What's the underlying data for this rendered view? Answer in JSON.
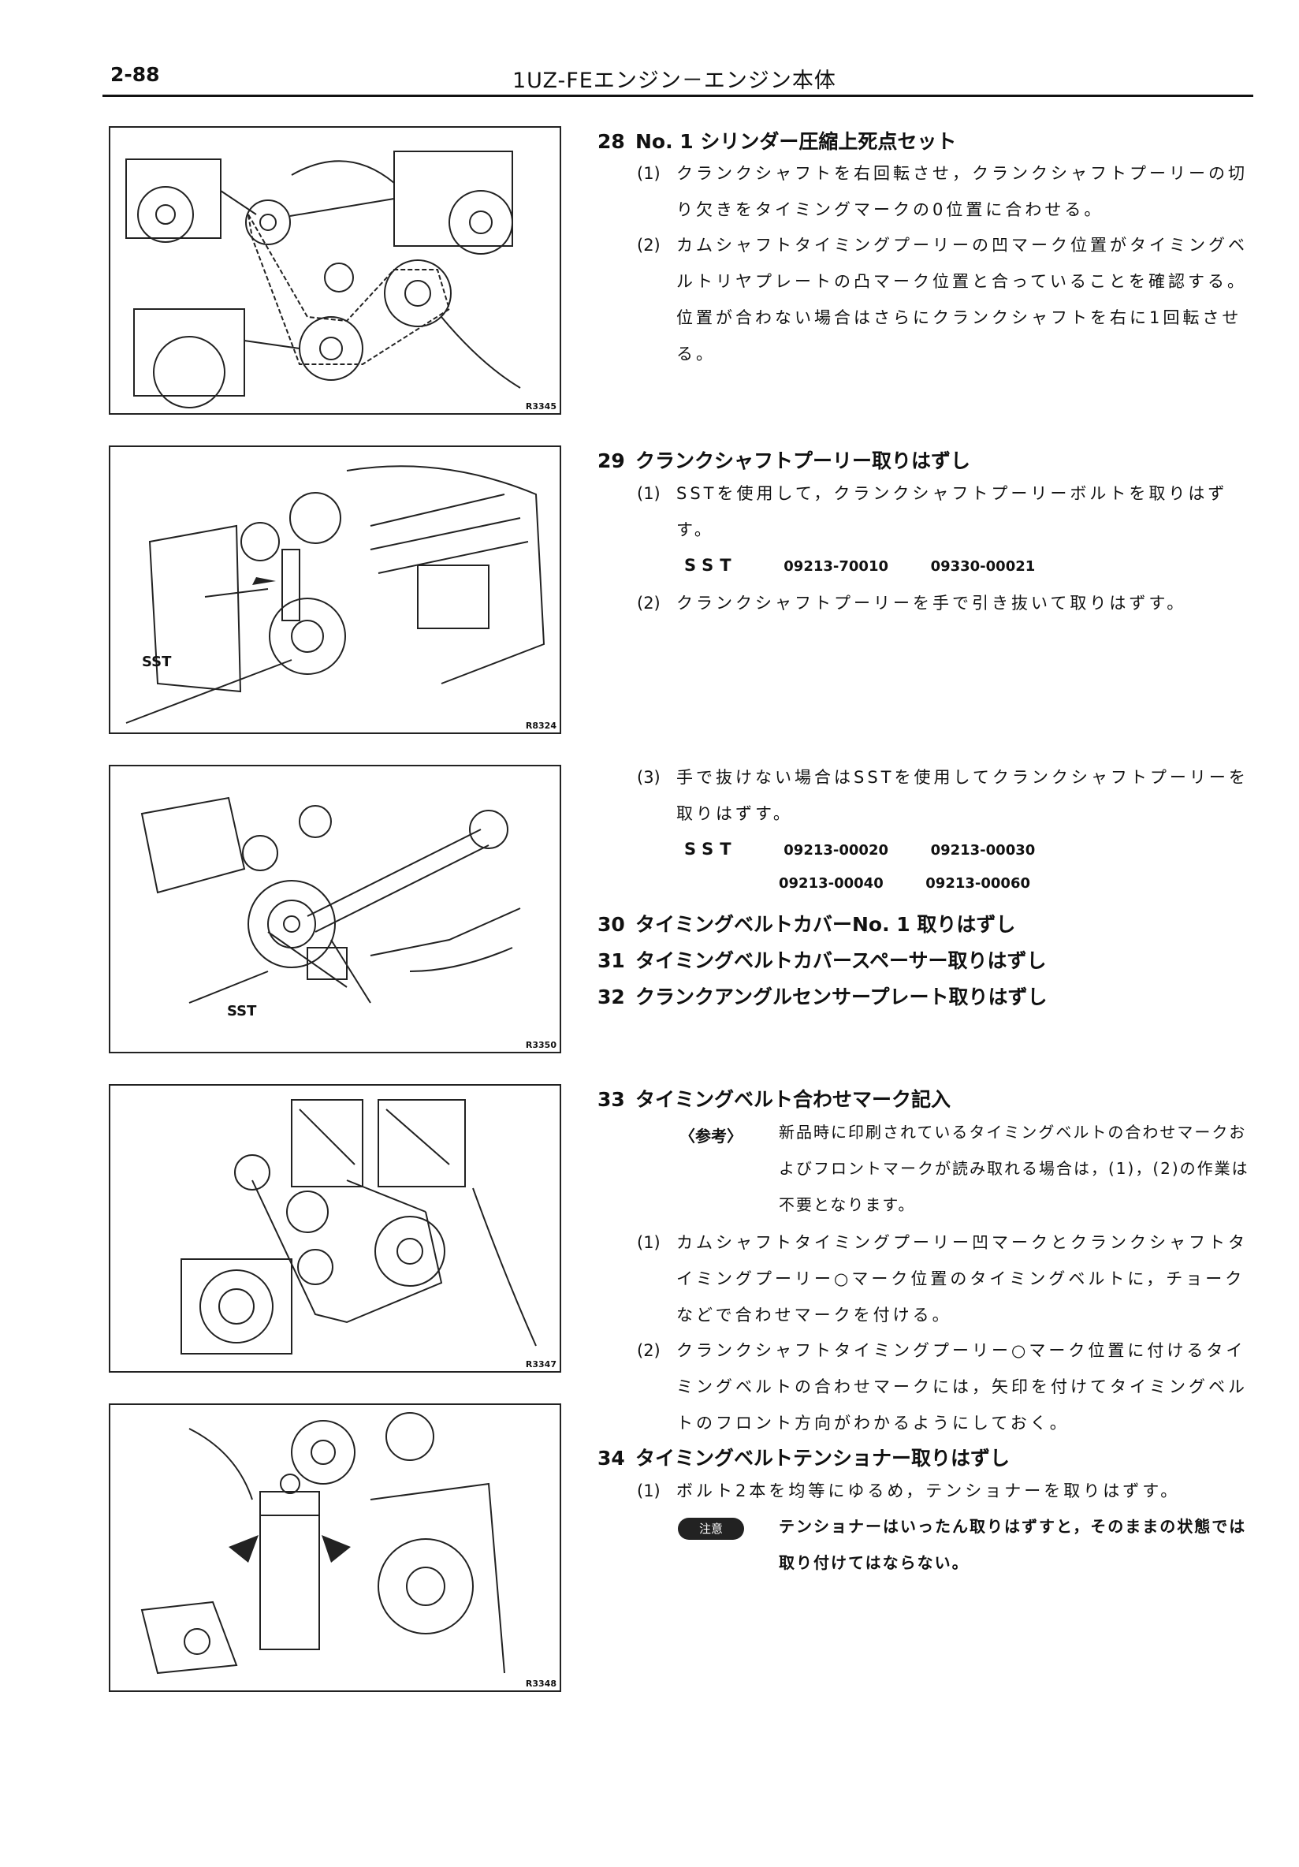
{
  "header": {
    "page": "2-88",
    "title": "1UZ-FEエンジン－エンジン本体"
  },
  "figures": [
    {
      "code": "R3345"
    },
    {
      "code": "R8324",
      "label": "SST"
    },
    {
      "code": "R3350",
      "label": "SST"
    },
    {
      "code": "R3347"
    },
    {
      "code": "R3348"
    }
  ],
  "steps": {
    "s28": {
      "num": "28",
      "title": "No. 1 シリンダー圧縮上死点セット",
      "p1_idx": "(1)",
      "p1": "クランクシャフトを右回転させ，クランクシャフトプーリーの切り欠きをタイミングマークの0位置に合わせる。",
      "p2_idx": "(2)",
      "p2": "カムシャフトタイミングプーリーの凹マーク位置がタイミングベルトリヤプレートの凸マーク位置と合っていることを確認する。位置が合わない場合はさらにクランクシャフトを右に1回転させる。"
    },
    "s29": {
      "num": "29",
      "title": "クランクシャフトプーリー取りはずし",
      "p1_idx": "(1)",
      "p1": "SSTを使用して，クランクシャフトプーリーボルトを取りはずす。",
      "sst1_key": "SST",
      "sst1_a": "09213-70010",
      "sst1_b": "09330-00021",
      "p2_idx": "(2)",
      "p2": "クランクシャフトプーリーを手で引き抜いて取りはずす。",
      "p3_idx": "(3)",
      "p3": "手で抜けない場合はSSTを使用してクランクシャフトプーリーを取りはずす。",
      "sst2_key": "SST",
      "sst2_a": "09213-00020",
      "sst2_b": "09213-00030",
      "sst2_c": "09213-00040",
      "sst2_d": "09213-00060"
    },
    "s30": {
      "num": "30",
      "title": "タイミングベルトカバーNo. 1 取りはずし"
    },
    "s31": {
      "num": "31",
      "title": "タイミングベルトカバースペーサー取りはずし"
    },
    "s32": {
      "num": "32",
      "title": "クランクアングルセンサープレート取りはずし"
    },
    "s33": {
      "num": "33",
      "title": "タイミングベルト合わせマーク記入",
      "ref_tag": "〈参考〉",
      "ref_body": "新品時に印刷されているタイミングベルトの合わせマークおよびフロントマークが読み取れる場合は，(1)，(2)の作業は不要となります。",
      "p1_idx": "(1)",
      "p1": "カムシャフトタイミングプーリー凹マークとクランクシャフトタイミングプーリー○マーク位置のタイミングベルトに，チョークなどで合わせマークを付ける。",
      "p2_idx": "(2)",
      "p2": "クランクシャフトタイミングプーリー○マーク位置に付けるタイミングベルトの合わせマークには，矢印を付けてタイミングベルトのフロント方向がわかるようにしておく。"
    },
    "s34": {
      "num": "34",
      "title": "タイミングベルトテンショナー取りはずし",
      "p1_idx": "(1)",
      "p1": "ボルト2本を均等にゆるめ，テンショナーを取りはずす。",
      "caution_tag": "注意",
      "caution_body": "テンショナーはいったん取りはずすと，そのままの状態では取り付けてはならない。"
    }
  }
}
